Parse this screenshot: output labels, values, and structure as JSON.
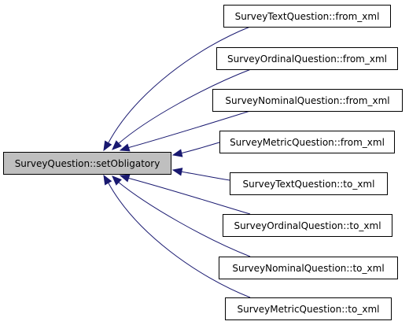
{
  "graph": {
    "focus_node": {
      "id": "setObligatory",
      "label": "SurveyQuestion::setObligatory"
    },
    "caller_nodes": [
      {
        "id": "text-from-xml",
        "label": "SurveyTextQuestion::from_xml"
      },
      {
        "id": "ordinal-from-xml",
        "label": "SurveyOrdinalQuestion::from_xml"
      },
      {
        "id": "nominal-from-xml",
        "label": "SurveyNominalQuestion::from_xml"
      },
      {
        "id": "metric-from-xml",
        "label": "SurveyMetricQuestion::from_xml"
      },
      {
        "id": "text-to-xml",
        "label": "SurveyTextQuestion::to_xml"
      },
      {
        "id": "ordinal-to-xml",
        "label": "SurveyOrdinalQuestion::to_xml"
      },
      {
        "id": "nominal-to-xml",
        "label": "SurveyNominalQuestion::to_xml"
      },
      {
        "id": "metric-to-xml",
        "label": "SurveyMetricQuestion::to_xml"
      }
    ],
    "edges": [
      {
        "from": "text-from-xml",
        "to": "setObligatory"
      },
      {
        "from": "ordinal-from-xml",
        "to": "setObligatory"
      },
      {
        "from": "nominal-from-xml",
        "to": "setObligatory"
      },
      {
        "from": "metric-from-xml",
        "to": "setObligatory"
      },
      {
        "from": "text-to-xml",
        "to": "setObligatory"
      },
      {
        "from": "ordinal-to-xml",
        "to": "setObligatory"
      },
      {
        "from": "nominal-to-xml",
        "to": "setObligatory"
      },
      {
        "from": "metric-to-xml",
        "to": "setObligatory"
      }
    ],
    "colors": {
      "edge": "#191970",
      "focus_fill": "#bfbfbf",
      "node_fill": "#ffffff",
      "node_stroke": "#000000"
    }
  }
}
